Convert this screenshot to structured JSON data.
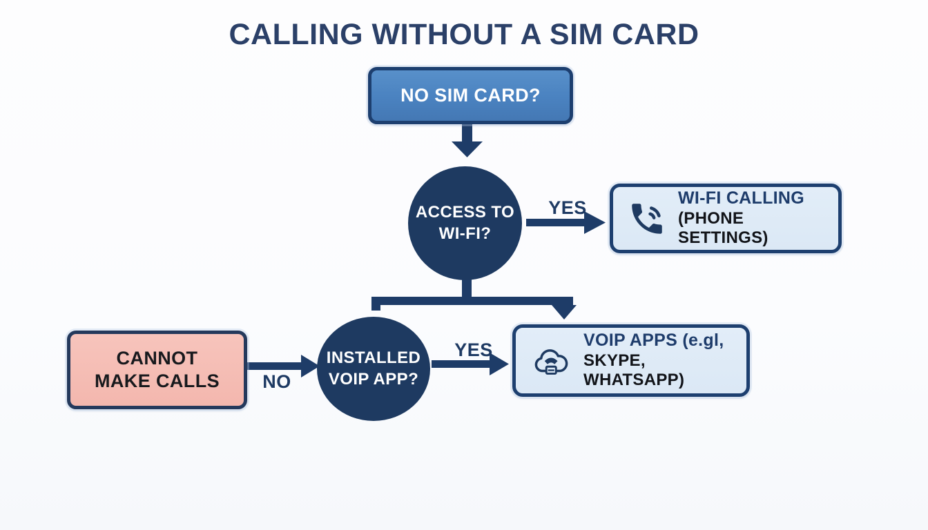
{
  "title": "CALLING WITHOUT A SIM CARD",
  "colors": {
    "navy": "#1e3a61",
    "arrow_navy": "#1e3c68",
    "border_navy": "#1d3f6f",
    "start_box_blue": "#4a82c0",
    "result_box_light_blue": "#dbe8f5",
    "cannot_box_pink": "#f3b7ae",
    "title_navy": "#2b4068",
    "white": "#ffffff",
    "black_text": "#121419"
  },
  "nodes": {
    "start": {
      "label": "NO SIM CARD?"
    },
    "decision_wifi": {
      "line1": "ACCESS",
      "line2": "TO WI-FI?"
    },
    "wifi_calling": {
      "line1": "WI-FI CALLING",
      "line2": "(PHONE SETTINGS)",
      "icon": "phone-wifi-icon"
    },
    "decision_voip": {
      "line1": "INSTALLED",
      "line2": "VOIP APP?"
    },
    "voip_apps": {
      "line1": "VOIP APPS (e.gl,",
      "line2": "SKYPE, WHATSAPP)",
      "icon": "cloud-phone-icon"
    },
    "cannot_call": {
      "line1": "CANNOT",
      "line2": "MAKE CALLS"
    }
  },
  "edges": {
    "yes_top": "YES",
    "yes_bottom": "YES",
    "no": "NO"
  }
}
